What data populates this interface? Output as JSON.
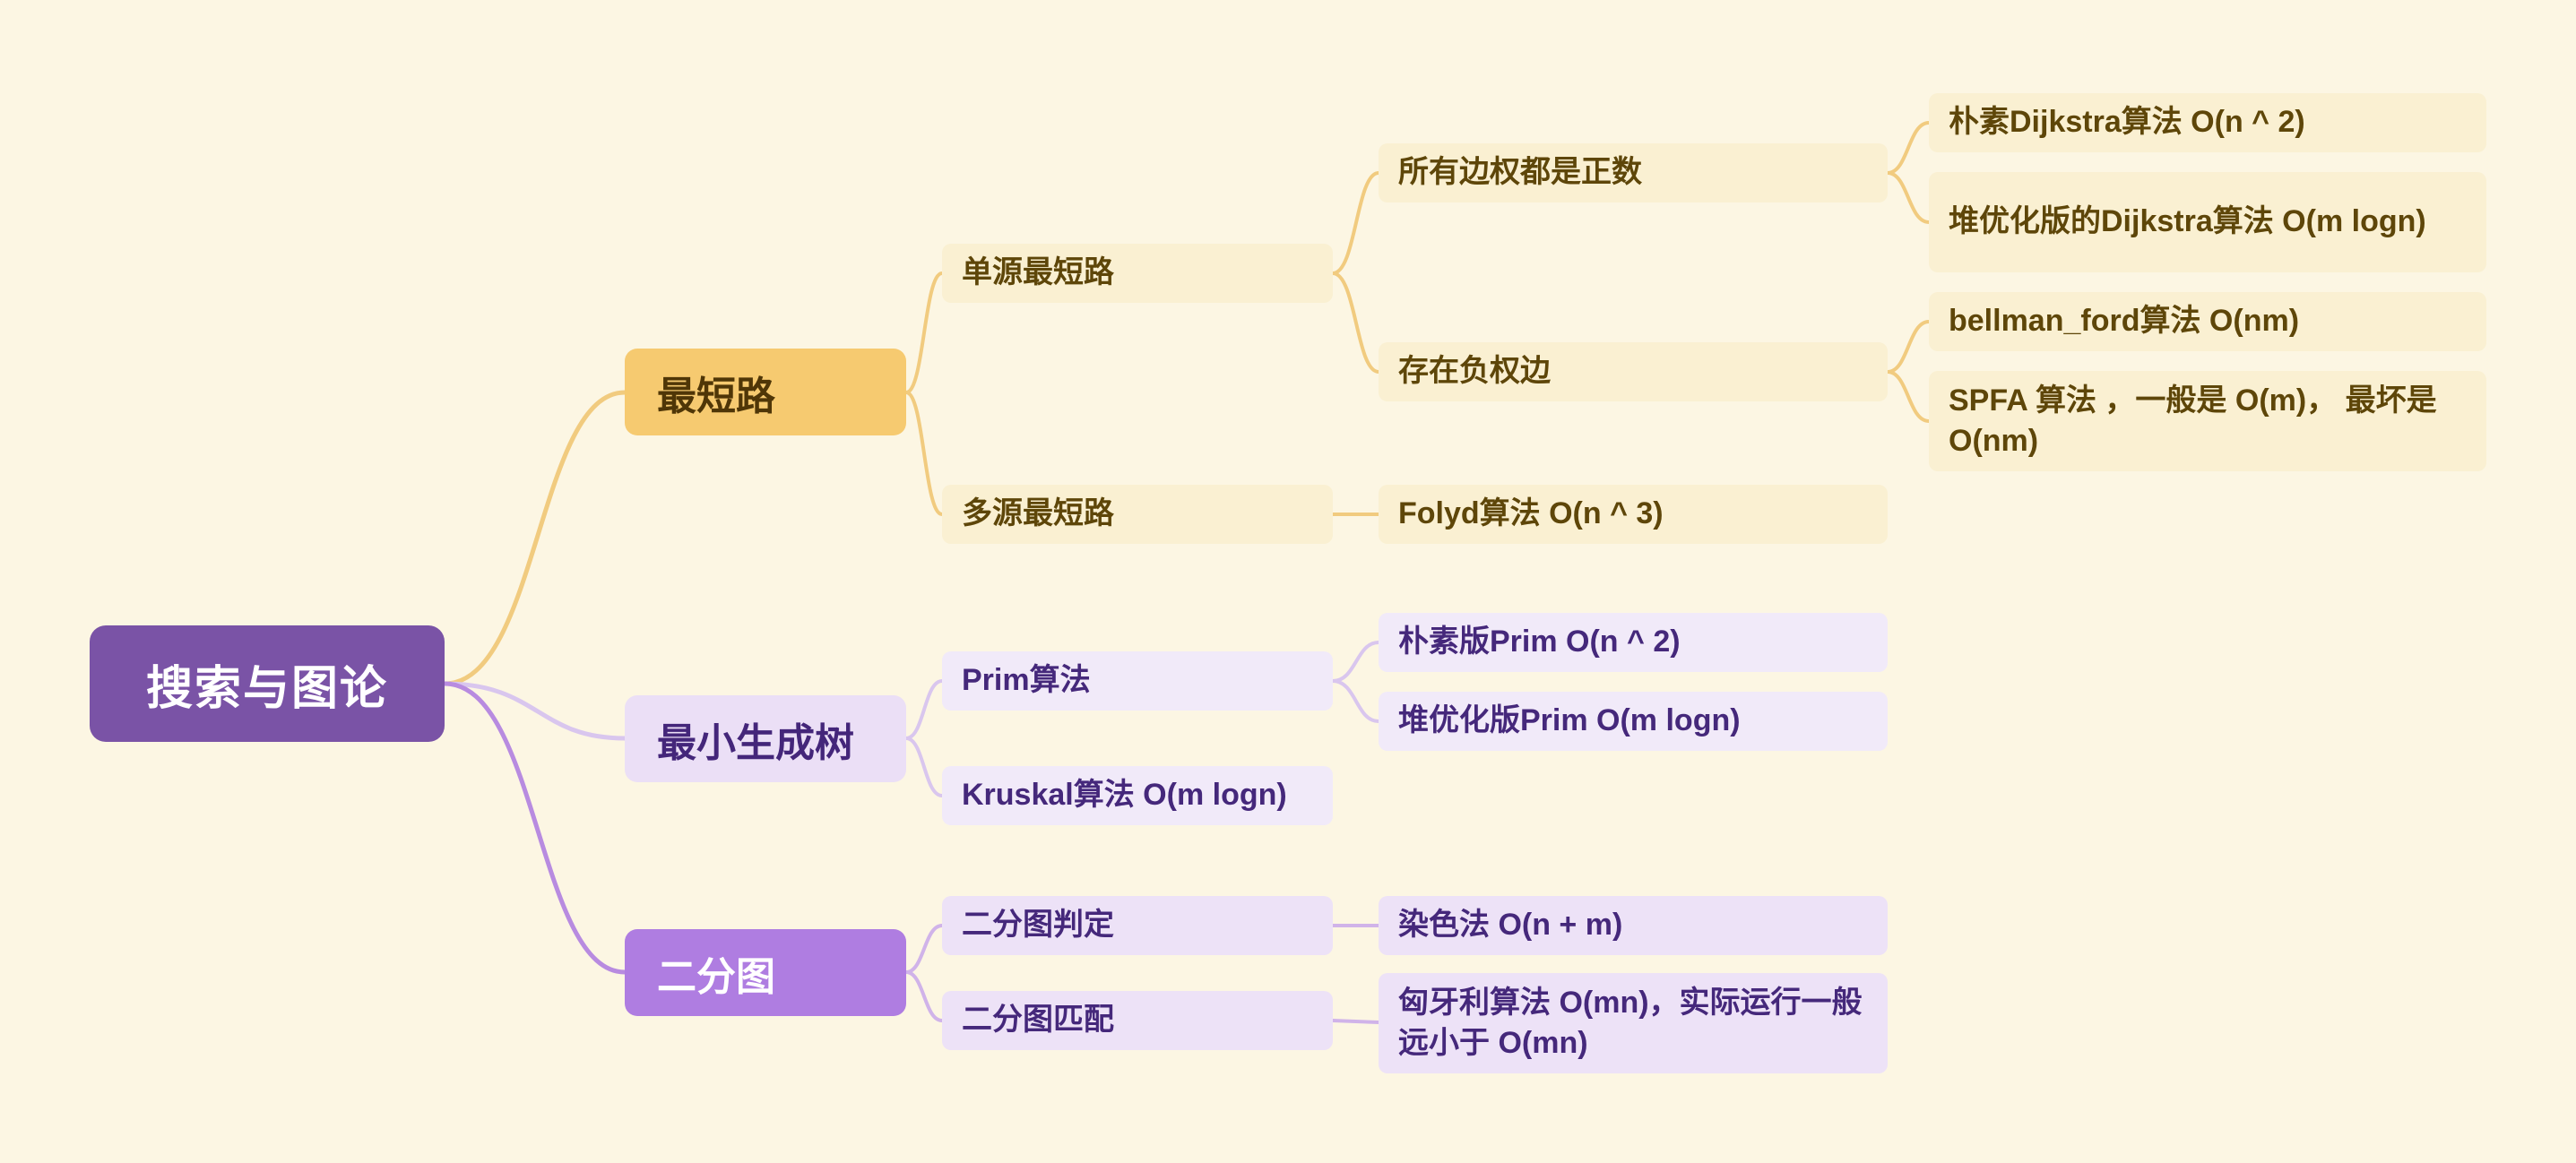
{
  "palette": {
    "background": "#FCF6E3",
    "root_bg": "#7A53A6",
    "root_text": "#FFFFFF",
    "yellow_branch_bg": "#F6CA70",
    "yellow_leaf_bg": "#FAF0D2",
    "yellow_text": "#5E4609",
    "yellow_connector": "#F1CB7F",
    "lavender_branch_bg": "#EBDFF6",
    "lavender_leaf_bg": "#F1EAF9",
    "purple_branch_bg": "#AF7DE1",
    "purple_leaf_bg": "#EDE2F7",
    "purple_text": "#45287B",
    "lavender_connector": "#D9C6EE",
    "purple_connector": "#B88BE0",
    "purple_sub_connector": "#D0B3E9"
  },
  "mindmap": {
    "root": {
      "label": "搜索与图论"
    },
    "branches": [
      {
        "label": "最短路",
        "children": [
          {
            "label": "单源最短路",
            "children": [
              {
                "label": "所有边权都是正数",
                "children": [
                  {
                    "label": "朴素Dijkstra算法  O(n ^ 2)"
                  },
                  {
                    "label": "堆优化版的Dijkstra算法  O(m logn)"
                  }
                ]
              },
              {
                "label": "存在负权边",
                "children": [
                  {
                    "label": "bellman_ford算法  O(nm)"
                  },
                  {
                    "label": "SPFA 算法 ，一般是 O(m)， 最坏是 O(nm)"
                  }
                ]
              }
            ]
          },
          {
            "label": "多源最短路",
            "children": [
              {
                "label": "Folyd算法 O(n ^ 3)"
              }
            ]
          }
        ]
      },
      {
        "label": "最小生成树",
        "children": [
          {
            "label": "Prim算法",
            "children": [
              {
                "label": "朴素版Prim O(n ^ 2)"
              },
              {
                "label": "堆优化版Prim O(m logn)"
              }
            ]
          },
          {
            "label": "Kruskal算法 O(m logn)"
          }
        ]
      },
      {
        "label": "二分图",
        "children": [
          {
            "label": "二分图判定",
            "children": [
              {
                "label": "染色法 O(n + m)"
              }
            ]
          },
          {
            "label": "二分图匹配",
            "children": [
              {
                "label": "匈牙利算法 O(mn)，实际运行一般远小于 O(mn)"
              }
            ]
          }
        ]
      }
    ]
  }
}
